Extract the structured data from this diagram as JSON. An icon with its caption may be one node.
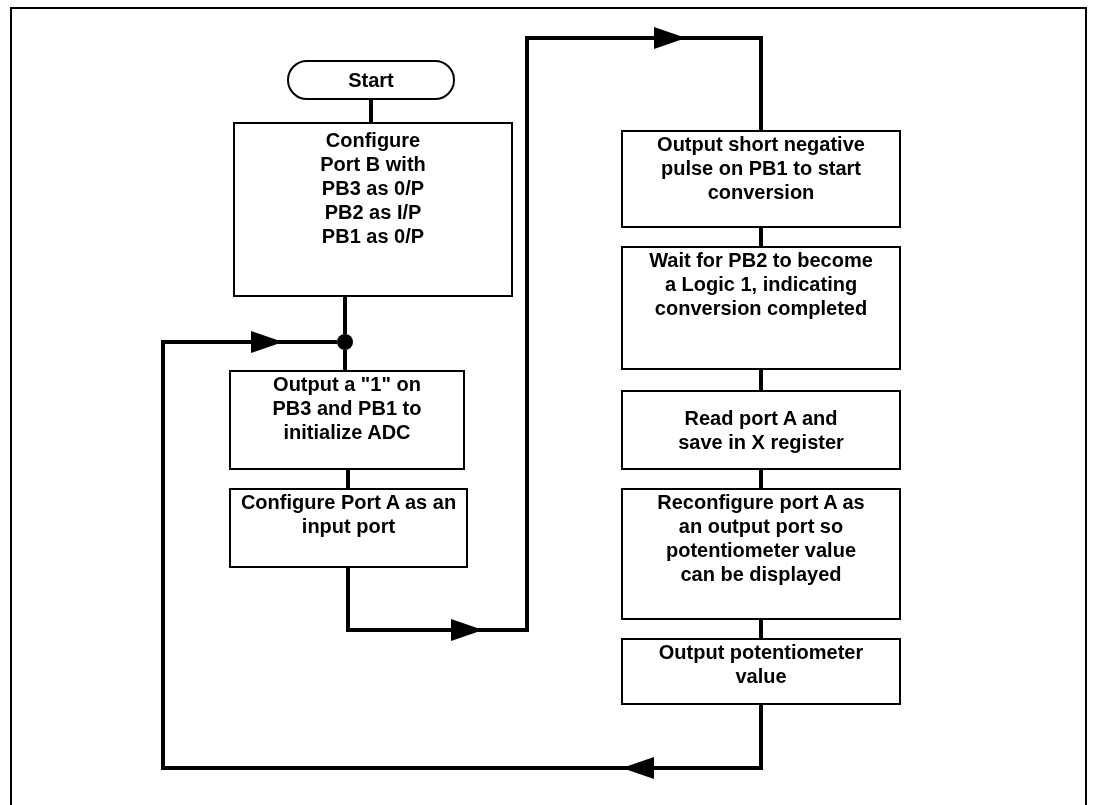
{
  "diagram": {
    "nodes": [
      {
        "text": [
          "Start"
        ]
      },
      {
        "text": [
          "Configure Port B with PB3 as 0/P PB2 as I/P PB1 as 0/P"
        ]
      },
      {
        "text": [],
        "shape": "circle"
      },
      {
        "text": [
          "Output a \"1\" on PB3 and PB1 to initialize ADC"
        ]
      },
      {
        "text": [
          "Configure Port A as an input port"
        ]
      },
      {
        "text": [
          "Output short negative pulse on PB1 to start conversion"
        ]
      },
      {
        "text": [
          "Wait for PB2 to become a Logic 1, indicating conversion completed"
        ]
      },
      {
        "text": [
          "Read port A and save in X register"
        ]
      },
      {
        "text": [
          "Reconfigure port A as an output port so potentiometer value can be displayed"
        ]
      },
      {
        "text": [
          "Output potentiometer value"
        ]
      }
    ],
    "edges": [
      {
        "from": 0,
        "to": 1,
        "arrow": "none"
      },
      {
        "from": 1,
        "to": 2,
        "arrow": "none"
      },
      {
        "from": 2,
        "to": 3,
        "arrow": "none"
      },
      {
        "from": 3,
        "to": 4,
        "arrow": "none"
      },
      {
        "from": 4,
        "to": 5,
        "arrow": "to"
      },
      {
        "from": 5,
        "to": 6,
        "arrow": "none"
      },
      {
        "from": 6,
        "to": 7,
        "arrow": "none"
      },
      {
        "from": 7,
        "to": 8,
        "arrow": "none"
      },
      {
        "from": 8,
        "to": 9,
        "arrow": "none"
      },
      {
        "from": 9,
        "to": 2,
        "arrow": "to"
      }
    ]
  }
}
